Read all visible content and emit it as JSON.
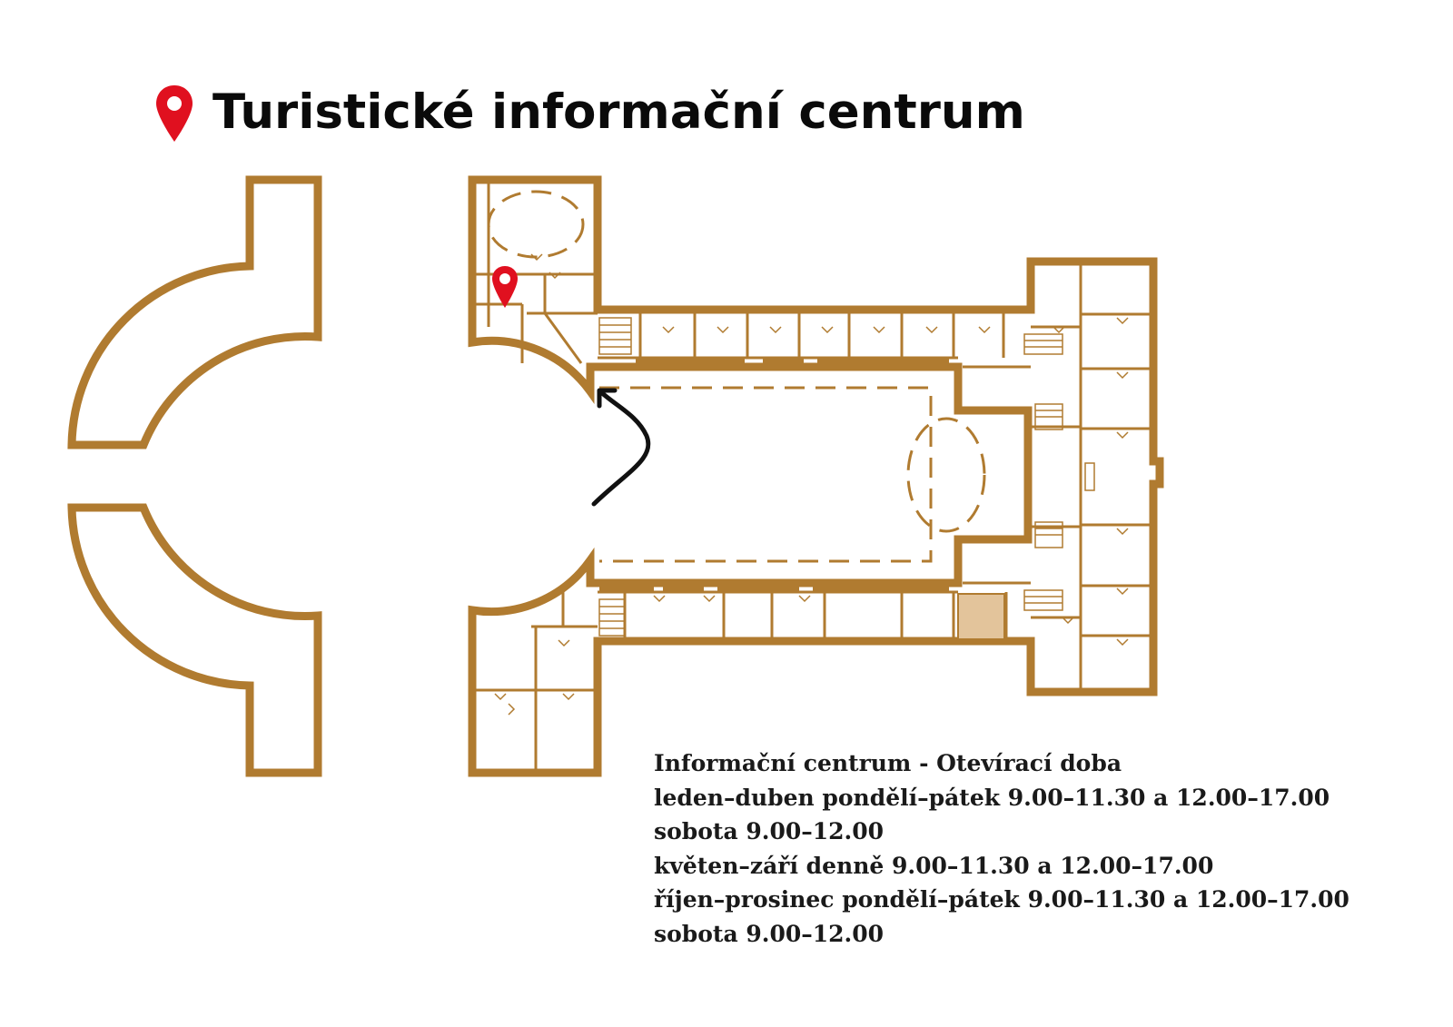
{
  "header": {
    "title": "Turistické informační centrum",
    "pin_icon": "map-pin-icon"
  },
  "map": {
    "wall_color": "#b07b30",
    "highlight_room_color": "#e3c49b",
    "marker_color": "#e0101f",
    "marker_icon": "map-pin-icon",
    "arrow_icon": "curved-arrow-icon"
  },
  "hours": {
    "heading": "Informační centrum - Otevírací doba",
    "lines": [
      "leden–duben pondělí–pátek 9.00–11.30 a 12.00–17.00",
      "sobota 9.00–12.00",
      "květen–září denně 9.00–11.30 a 12.00–17.00",
      "říjen–prosinec pondělí–pátek 9.00–11.30 a 12.00–17.00",
      "sobota 9.00–12.00"
    ]
  }
}
